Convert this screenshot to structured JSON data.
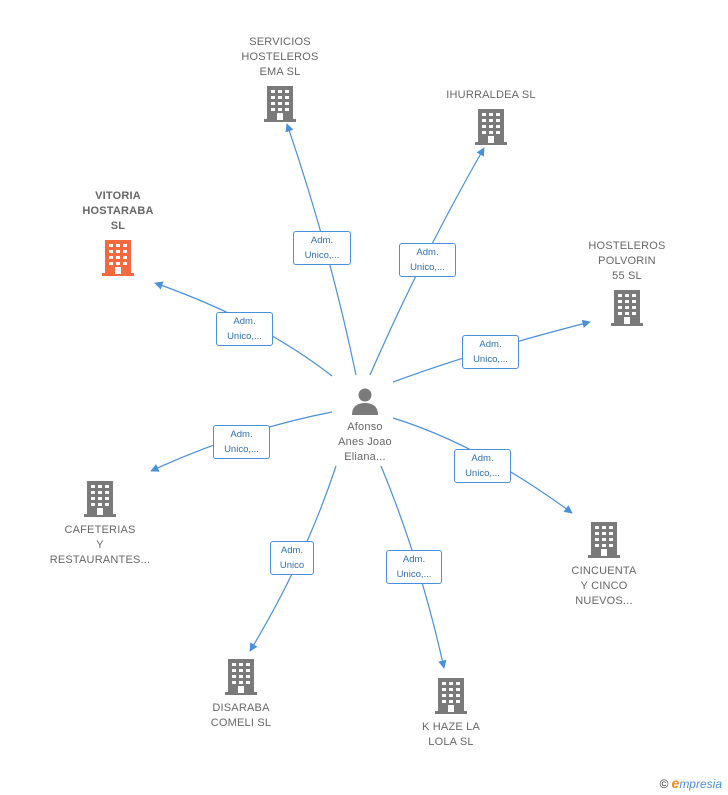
{
  "colors": {
    "edge": "#4a90d9",
    "company": "#7a7a7a",
    "company_highlight": "#f26a3d",
    "person": "#7a7a7a"
  },
  "center": {
    "name": "Afonso\nAnes Joao\nEliana...",
    "icon": "person-icon"
  },
  "companies": [
    {
      "id": "servicios",
      "name": "SERVICIOS\nHOSTELEROS\nEMA  SL",
      "icon": "building-icon",
      "highlight": false
    },
    {
      "id": "ihurraldea",
      "name": "IHURRALDEA SL",
      "icon": "building-icon",
      "highlight": false
    },
    {
      "id": "vitoria",
      "name": "VITORIA\nHOSTARABA\nSL",
      "icon": "building-icon",
      "highlight": true
    },
    {
      "id": "polvorin",
      "name": "HOSTELEROS\nPOLVORIN\n55  SL",
      "icon": "building-icon",
      "highlight": false
    },
    {
      "id": "cafeterias",
      "name": "CAFETERIAS\nY\nRESTAURANTES...",
      "icon": "building-icon",
      "highlight": false
    },
    {
      "id": "cincuenta",
      "name": "CINCUENTA\nY CINCO\nNUEVOS...",
      "icon": "building-icon",
      "highlight": false
    },
    {
      "id": "disaraba",
      "name": "DISARABA\nCOMELI  SL",
      "icon": "building-icon",
      "highlight": false
    },
    {
      "id": "khaze",
      "name": "K HAZE LA\nLOLA  SL",
      "icon": "building-icon",
      "highlight": false
    }
  ],
  "relations": [
    {
      "target": "servicios",
      "label": "Adm.\nUnico,..."
    },
    {
      "target": "ihurraldea",
      "label": "Adm.\nUnico,..."
    },
    {
      "target": "vitoria",
      "label": "Adm.\nUnico,..."
    },
    {
      "target": "polvorin",
      "label": "Adm.\nUnico,..."
    },
    {
      "target": "cafeterias",
      "label": "Adm.\nUnico,..."
    },
    {
      "target": "cincuenta",
      "label": "Adm.\nUnico,..."
    },
    {
      "target": "disaraba",
      "label": "Adm.\nUnico"
    },
    {
      "target": "khaze",
      "label": "Adm.\nUnico,..."
    }
  ],
  "footer": {
    "copyright": "©",
    "brand_initial": "e",
    "brand_rest": "mpresia"
  }
}
